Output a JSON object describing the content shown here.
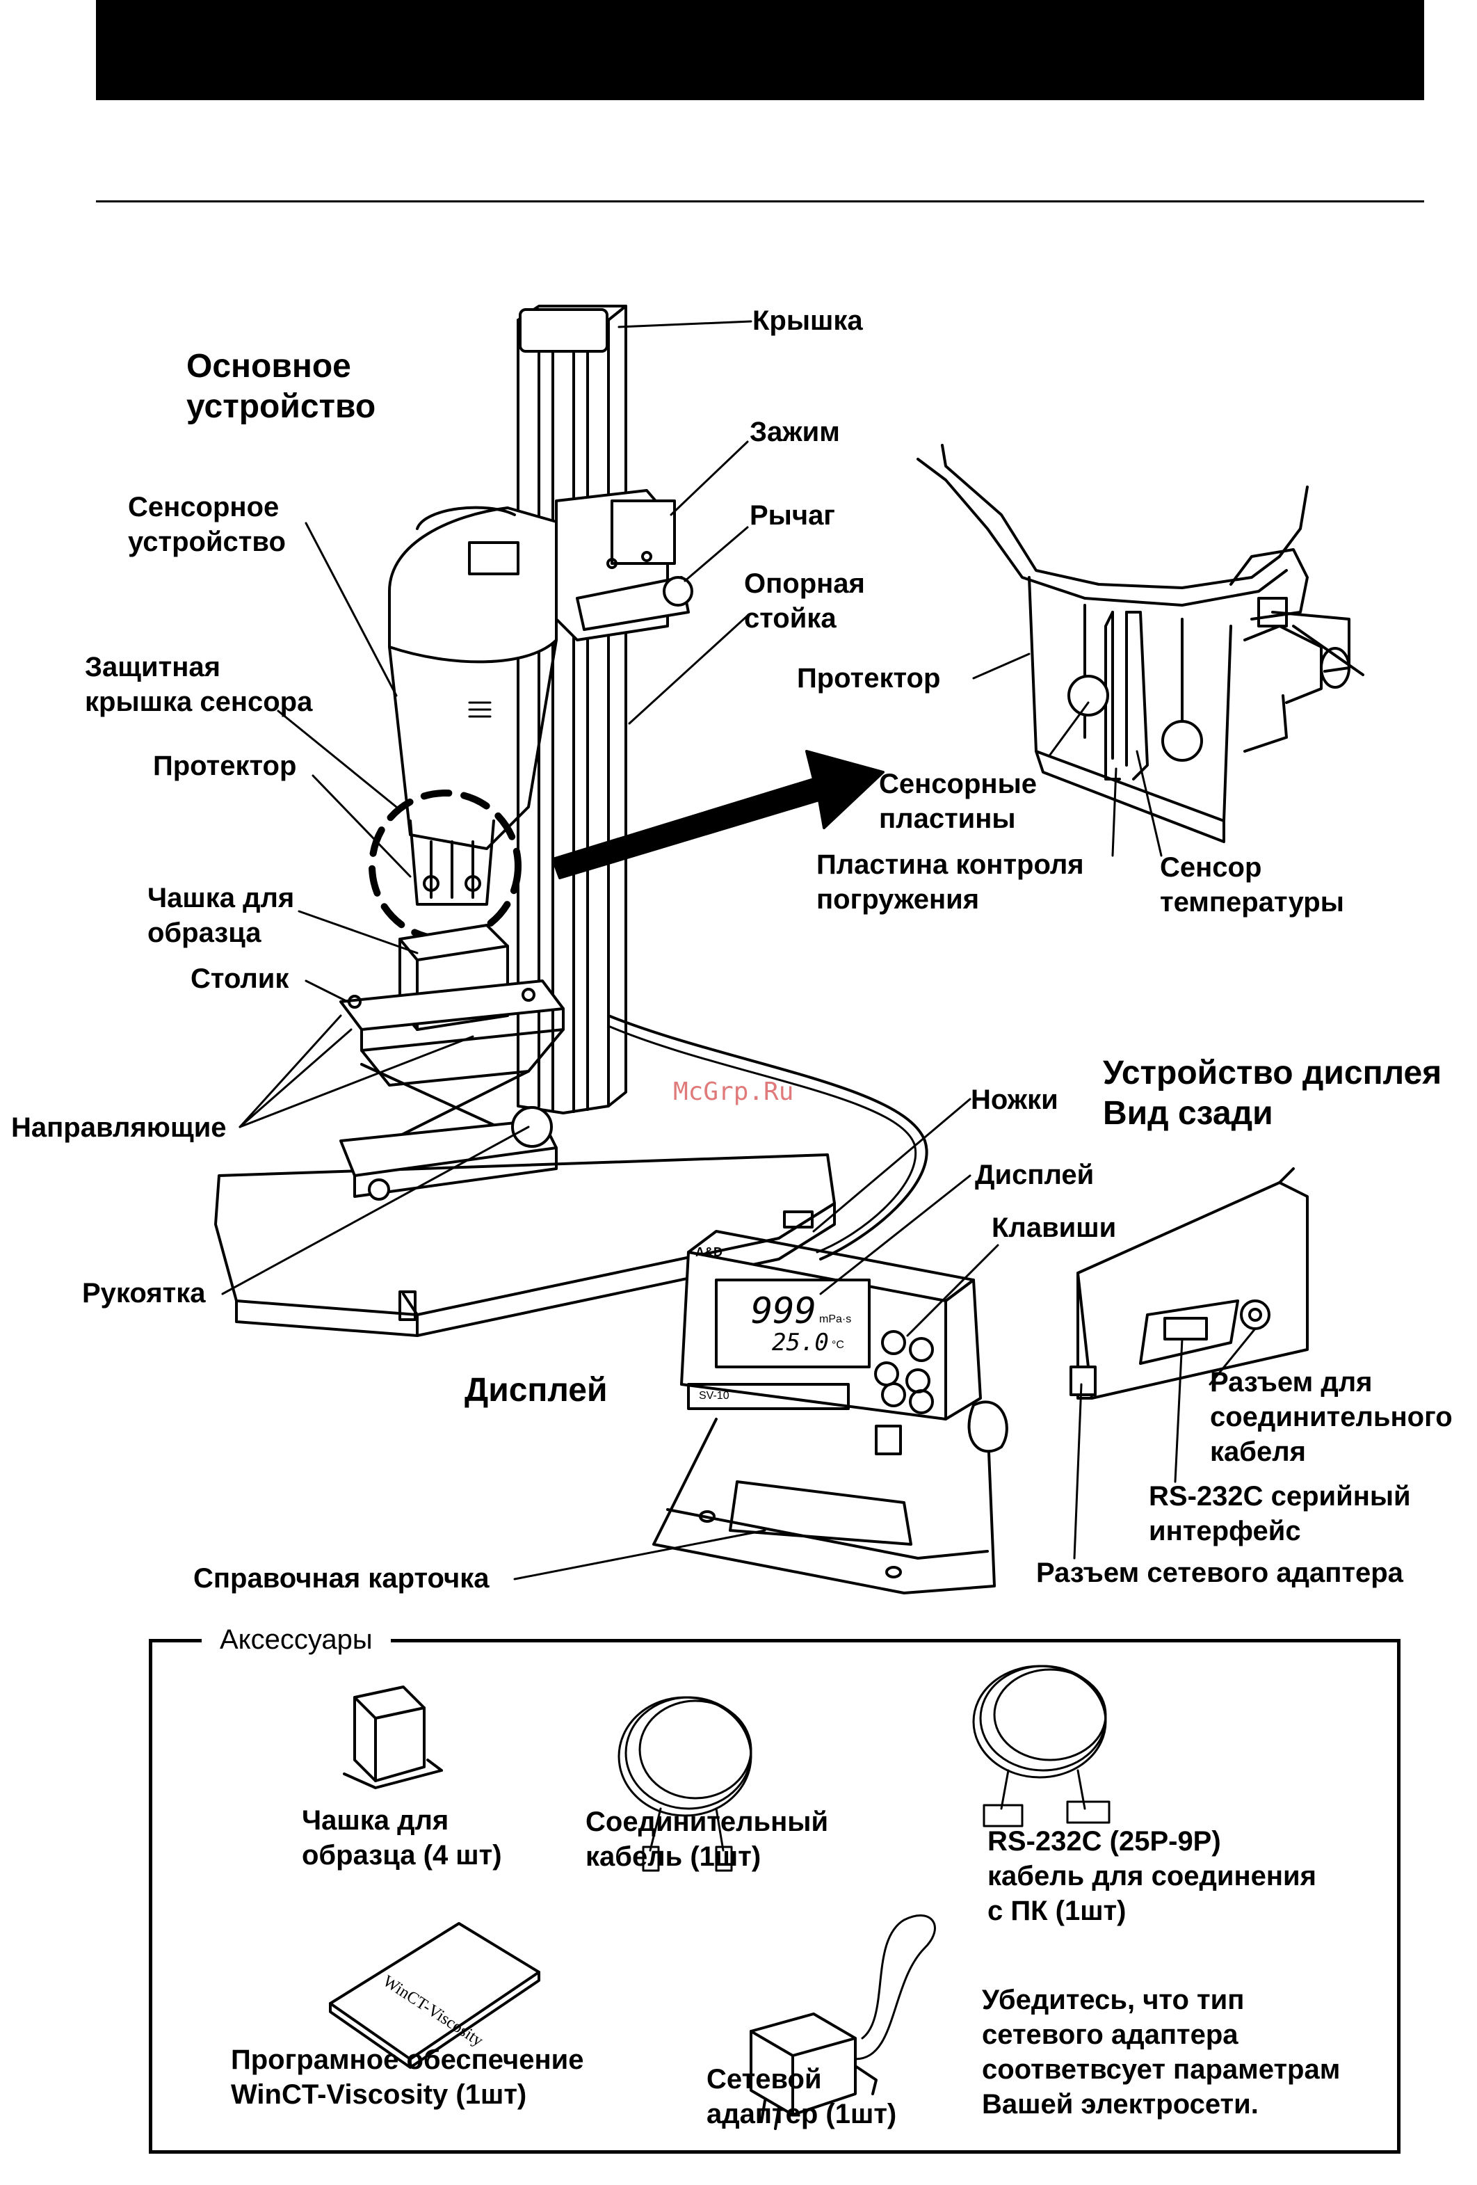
{
  "labels": {
    "main_unit": "Основное\nустройство",
    "cover": "Крышка",
    "clamp": "Зажим",
    "lever": "Рычаг",
    "support_stand": "Опорная\nстойка",
    "sensor_unit": "Сенсорное\nустройство",
    "sensor_cover": "Защитная\nкрышка сенсора",
    "protector_left": "Протектор",
    "sample_cup": "Чашка для\nобразца",
    "table": "Столик",
    "guides": "Направляющие",
    "handle": "Рукоятка",
    "protector_right": "Протектор",
    "sensor_plates": "Сенсорные\nпластины",
    "immersion_plate": "Пластина контроля\nпогружения",
    "temp_sensor": "Сенсор\nтемпературы",
    "feet": "Ножки",
    "display_lbl": "Дисплей",
    "keys": "Клавиши",
    "display_rear": "Устройство дисплея\nВид сзади",
    "display_main": "Дисплей",
    "connector": "Разъем для\nсоединительного\nкабеля",
    "rs232": "RS-232C серийный\nинтерфейс",
    "adapter_jack": "Разъем сетевого адаптера",
    "reference_card": "Справочная карточка"
  },
  "display_readout": {
    "value": "999",
    "unit": "mPa·s",
    "temp": "25.0",
    "temp_unit": "°C",
    "brand": "A&D",
    "model": "SV-10"
  },
  "watermark": "McGrp.Ru",
  "accessories": {
    "title": "Аксессуары",
    "cup": "Чашка для\nобразца (4 шт)",
    "cable": "Соединительный\nкабель (1шт)",
    "rs_cable": "RS-232C (25P-9P)\nкабель для соединения\nс ПК (1шт)",
    "software": "Програмное обеспечение\nWinCT-Viscosity (1шт)",
    "software_box_text": "WinCT-Viscosity",
    "adapter": "Сетевой\nадаптер (1шт)",
    "note": "Убедитесь, что тип\nсетевого адаптера\nсоответвсует параметрам\nВашей электросети."
  }
}
